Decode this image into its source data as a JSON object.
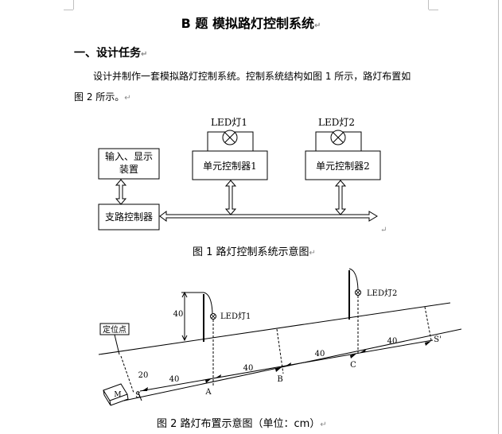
{
  "doc": {
    "title": "B 题  模拟路灯控制系统",
    "section1": "一、设计任务",
    "para_line1": "设计并制作一套模拟路灯控制系统。控制系统结构如图 1 所示，路灯布置如",
    "para_line2": "图 2 所示。",
    "mark": "↵"
  },
  "fig1": {
    "caption": "图 1    路灯控制系统示意图",
    "io_box_line1": "输入、显示",
    "io_box_line2": "装置",
    "branch_controller": "支路控制器",
    "led1_label": "LED灯1",
    "led2_label": "LED灯2",
    "unit1": "单元控制器1",
    "unit2": "单元控制器2"
  },
  "fig2": {
    "caption": "图 2    路灯布置示意图（单位：cm）",
    "locate_point": "定位点",
    "vehicle": "M",
    "height_40": "40",
    "dist_20": "20",
    "led1": "LED灯1",
    "led2": "LED灯2",
    "seg1": "40",
    "seg2": "40",
    "seg3": "40",
    "seg4": "40",
    "pt_s": "S",
    "pt_a": "A",
    "pt_b": "B",
    "pt_c": "C",
    "pt_s2": "S'"
  }
}
